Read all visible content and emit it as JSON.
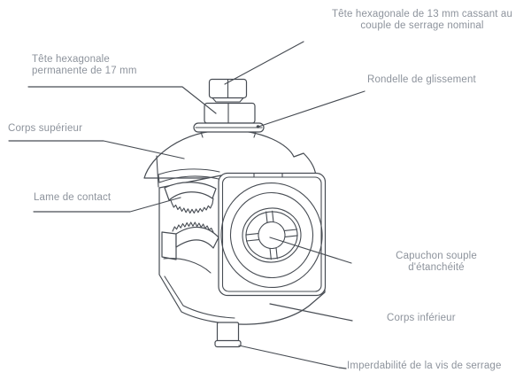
{
  "diagram": {
    "subject": "insulation-piercing-connector-line-drawing",
    "labels": {
      "hex13": {
        "lines": [
          "Tête hexagonale de 13 mm cassant au",
          "couple de serrage nominal"
        ]
      },
      "hex17": {
        "lines": [
          "Tête hexagonale",
          "permanente de 17 mm"
        ]
      },
      "rondelle": {
        "text": "Rondelle de glissement"
      },
      "corps_superieur": {
        "text": "Corps supérieur"
      },
      "lame": {
        "text": "Lame de contact"
      },
      "capuchon": {
        "lines": [
          "Capuchon souple",
          "d'étanchéité"
        ]
      },
      "corps_inferieur": {
        "text": "Corps inférieur"
      },
      "imperdabilite": {
        "text": "Imperdabilité de la vis de serrage"
      }
    }
  },
  "colors": {
    "background": "#ffffff",
    "label_text": "#8d939c",
    "line": "#474c53"
  }
}
